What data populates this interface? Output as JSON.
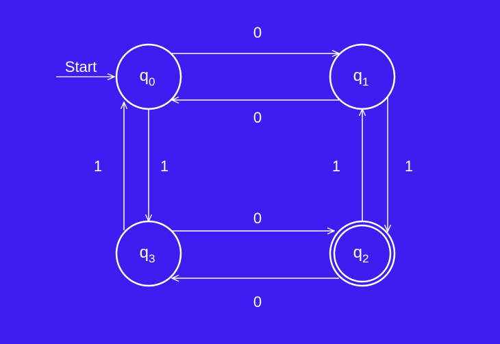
{
  "colors": {
    "background": "#3c1ef0",
    "stroke": "#ffffff"
  },
  "start_label": "Start",
  "states": [
    {
      "id": "q0",
      "base": "q",
      "sub": "0",
      "accepting": false,
      "start": true
    },
    {
      "id": "q1",
      "base": "q",
      "sub": "1",
      "accepting": false,
      "start": false
    },
    {
      "id": "q2",
      "base": "q",
      "sub": "2",
      "accepting": true,
      "start": false
    },
    {
      "id": "q3",
      "base": "q",
      "sub": "3",
      "accepting": false,
      "start": false
    }
  ],
  "transitions": [
    {
      "from": "q0",
      "to": "q1",
      "symbol": "0"
    },
    {
      "from": "q1",
      "to": "q0",
      "symbol": "0"
    },
    {
      "from": "q3",
      "to": "q2",
      "symbol": "0"
    },
    {
      "from": "q2",
      "to": "q3",
      "symbol": "0"
    },
    {
      "from": "q3",
      "to": "q0",
      "symbol": "1"
    },
    {
      "from": "q0",
      "to": "q3",
      "symbol": "1"
    },
    {
      "from": "q2",
      "to": "q1",
      "symbol": "1"
    },
    {
      "from": "q1",
      "to": "q2",
      "symbol": "1"
    }
  ]
}
